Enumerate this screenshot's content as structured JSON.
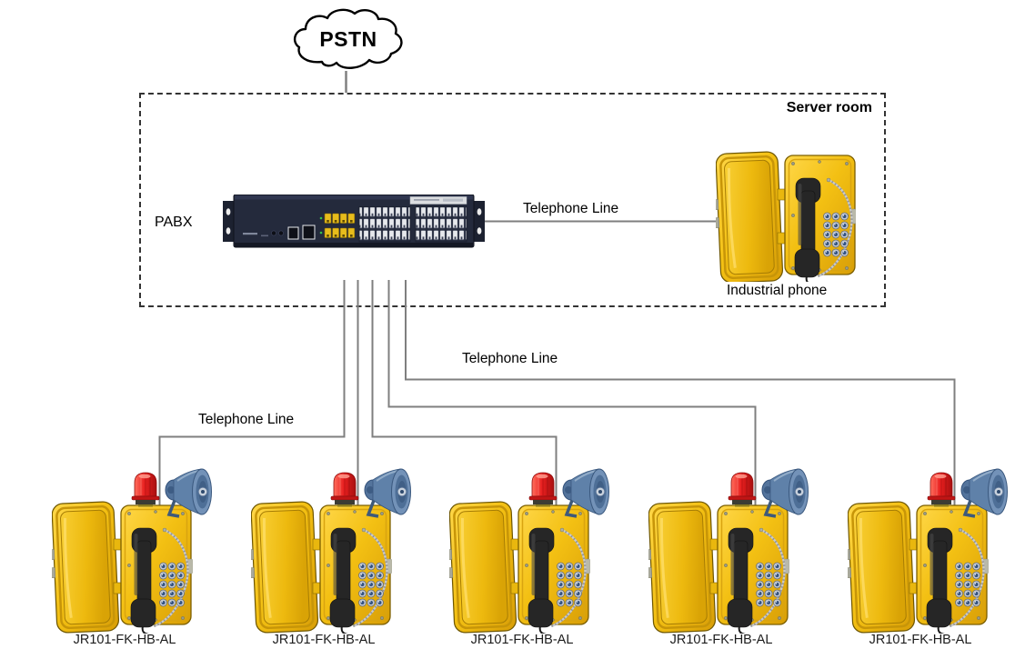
{
  "pstn": {
    "label": "PSTN"
  },
  "server_room": {
    "title": "Server room",
    "pabx_label": "PABX",
    "line_label": "Telephone Line",
    "industrial_phone_label": "Industrial phone"
  },
  "lines": {
    "left_label": "Telephone Line",
    "right_label": "Telephone Line"
  },
  "bottom_phones": [
    {
      "label": "JR101-FK-HB-AL"
    },
    {
      "label": "JR101-FK-HB-AL"
    },
    {
      "label": "JR101-FK-HB-AL"
    },
    {
      "label": "JR101-FK-HB-AL"
    },
    {
      "label": "JR101-FK-HB-AL"
    }
  ],
  "colors": {
    "connector_line": "#7f7f7f",
    "dashed_border": "#333333",
    "phone_yellow": "#f3c013",
    "beacon_red": "#e81f1f",
    "speaker_blue": "#5f81a9",
    "pabx_body": "#242a3c",
    "pabx_port_yellow": "#e7bc1c"
  }
}
